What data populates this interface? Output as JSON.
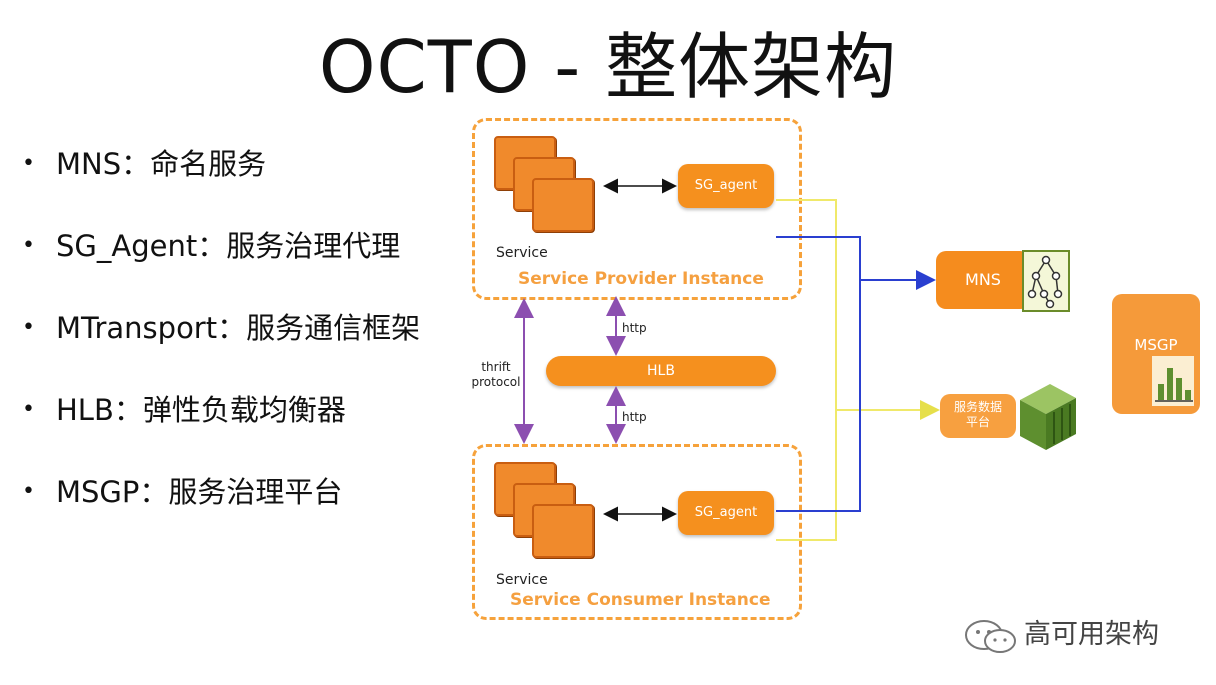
{
  "title": "OCTO - 整体架构",
  "bullets": [
    {
      "marker": "•",
      "text": "MNS：命名服务"
    },
    {
      "marker": "•",
      "text": "SG_Agent：服务治理代理"
    },
    {
      "marker": "•",
      "text": "MTransport：服务通信框架"
    },
    {
      "marker": "•",
      "text": "HLB：弹性负载均衡器"
    },
    {
      "marker": "•",
      "text": "MSGP：服务治理平台"
    }
  ],
  "diagram": {
    "provider": {
      "service_label": "Service",
      "agent_label": "SG_agent",
      "instance_label": "Service Provider Instance"
    },
    "consumer": {
      "service_label": "Service",
      "agent_label": "SG_agent",
      "instance_label": "Service Consumer Instance"
    },
    "hlb_label": "HLB",
    "http_top": "http",
    "http_bottom": "http",
    "thrift_label": "thrift\nprotocol",
    "mns_label": "MNS",
    "data_platform_label": "服务数据\n平台",
    "msgp_label": "MSGP",
    "colors": {
      "orange": "#f5901e",
      "dashed": "#f6a23b",
      "blue": "#2a3fd0",
      "yellow": "#f5f07a",
      "purple": "#8c4fb0",
      "green": "#5e8f2f"
    }
  },
  "watermark": "高可用架构"
}
